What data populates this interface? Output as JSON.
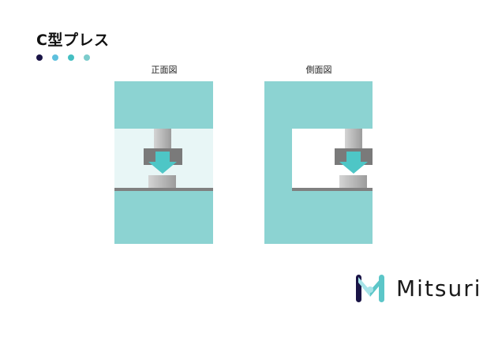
{
  "title": "C型プレス",
  "dot_colors": [
    "#1a1446",
    "#5ec0dd",
    "#44bfc2",
    "#7ccccc"
  ],
  "views": {
    "front_label": "正面図",
    "side_label": "側面図"
  },
  "colors": {
    "frame": "#8cd3d2",
    "work_area": "#e8f6f6",
    "ram_rod": "#b8b8b8",
    "ram_head": "#7a7a7a",
    "arrow": "#4ec6c6",
    "die": "#c2c2c2",
    "bed_line": "#808080"
  },
  "brand": {
    "name": "Mitsuri",
    "colors": {
      "dark": "#1a1446",
      "teal": "#5cc6c8",
      "light": "#a6e3e8"
    }
  }
}
